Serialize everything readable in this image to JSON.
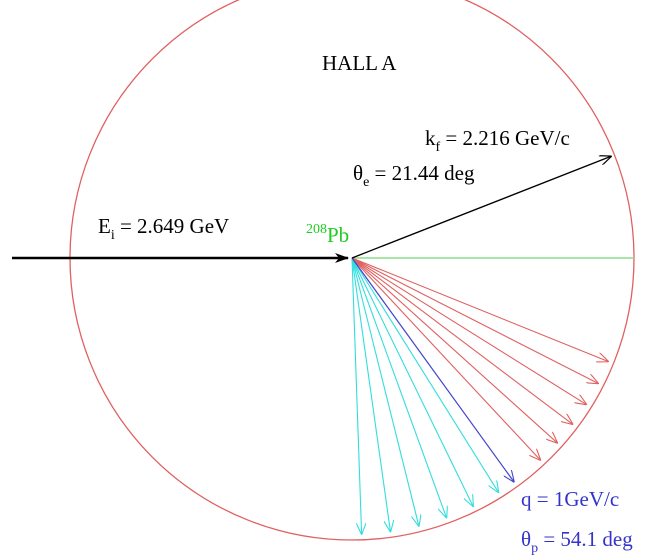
{
  "hall_label": "HALL A",
  "beam": {
    "symbol": "E",
    "subscript": "i",
    "value_text": " = 2.649 GeV"
  },
  "target": {
    "mass_number": "208",
    "symbol": "Pb"
  },
  "scattered": {
    "momentum": {
      "symbol": "k",
      "subscript": "f",
      "value_text": " = 2.216 GeV/c"
    },
    "angle": {
      "symbol": "θ",
      "subscript": "e",
      "value_text": " = 21.44 deg"
    }
  },
  "transfer": {
    "momentum_text": "q = 1GeV/c",
    "angle": {
      "symbol": "θ",
      "subscript": "p",
      "value_text": " = 54.1 deg"
    }
  },
  "kinematics": {
    "electron_angle_deg": 21.44,
    "q_angle_deg": 54.1,
    "red_ray_angles_deg": [
      22,
      27,
      32,
      37,
      42,
      47
    ],
    "cyan_ray_angles_deg": [
      58,
      64,
      70,
      76,
      82,
      88
    ]
  },
  "colors": {
    "hall_circle": "#e06060",
    "beam": "#000000",
    "electron": "#000000",
    "target": "#22cc22",
    "beamline": "#88dd88",
    "red_rays": "#e06060",
    "q_vector": "#4444cc",
    "cyan_rays": "#33dddd",
    "q_text": "#3333cc"
  }
}
